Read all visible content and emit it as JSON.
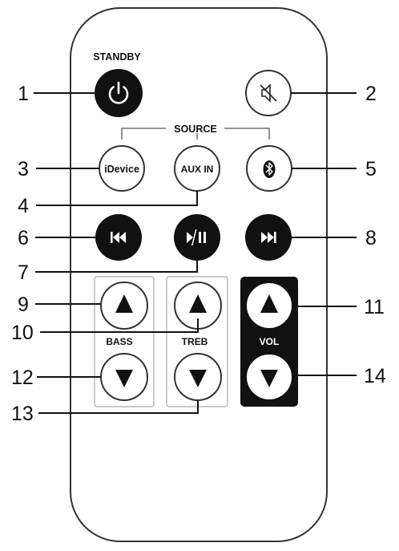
{
  "remote": {
    "standby_label": "STANDBY",
    "source_label": "SOURCE",
    "bass_label": "BASS",
    "treb_label": "TREB",
    "vol_label": "VOL",
    "buttons": {
      "power": {
        "icon": "power-icon"
      },
      "mute": {
        "icon": "mute-speaker-icon"
      },
      "idevice": {
        "label": "iDevice"
      },
      "aux_in": {
        "label": "AUX IN"
      },
      "bluetooth": {
        "icon": "bluetooth-icon"
      },
      "previous": {
        "icon": "previous-track-icon"
      },
      "play_pause": {
        "icon": "play-pause-icon"
      },
      "next": {
        "icon": "next-track-icon"
      },
      "bass_up": {
        "icon": "triangle-up-icon"
      },
      "bass_down": {
        "icon": "triangle-down-icon"
      },
      "treb_up": {
        "icon": "triangle-up-icon"
      },
      "treb_down": {
        "icon": "triangle-down-icon"
      },
      "vol_up": {
        "icon": "triangle-up-icon"
      },
      "vol_down": {
        "icon": "triangle-down-icon"
      }
    }
  },
  "callouts": [
    "1",
    "2",
    "3",
    "4",
    "5",
    "6",
    "7",
    "8",
    "9",
    "10",
    "11",
    "12",
    "13",
    "14"
  ],
  "colors": {
    "outline": "#222222",
    "dark_button": "#111111",
    "light_button": "#ffffff",
    "panel_border": "#aaaaaa"
  }
}
